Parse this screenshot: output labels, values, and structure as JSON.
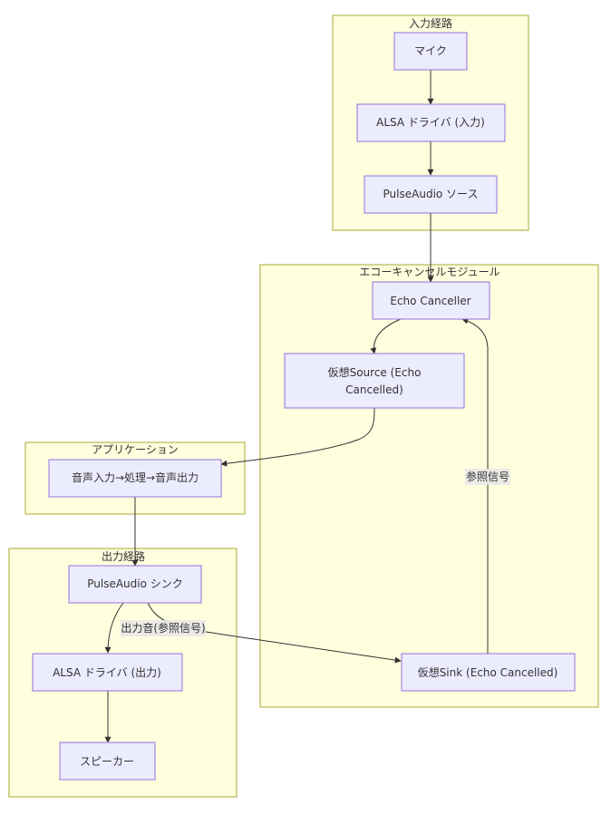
{
  "colors": {
    "cluster_fill": "#ffffde",
    "cluster_stroke": "#aaaa33",
    "node_fill": "#ECECFF",
    "node_stroke": "#9370DB",
    "edge": "#333333",
    "text": "#333333",
    "edge_label_bg": "#e8e8e8"
  },
  "clusters": {
    "input_path": "入力経路",
    "echo_module": "エコーキャンセルモジュール",
    "application": "アプリケーション",
    "output_path": "出力経路"
  },
  "nodes": {
    "mic": "マイク",
    "alsa_in": "ALSA ドライバ (入力)",
    "pa_source": "PulseAudio ソース",
    "echo_canceller": "Echo Canceller",
    "virtual_source_l1": "仮想Source (Echo",
    "virtual_source_l2": "Cancelled)",
    "app_process": "音声入力→処理→音声出力",
    "pa_sink": "PulseAudio シンク",
    "alsa_out": "ALSA ドライバ (出力)",
    "speaker": "スピーカー",
    "virtual_sink": "仮想Sink (Echo Cancelled)"
  },
  "edge_labels": {
    "reference_signal": "参照信号",
    "output_reference": "出力音(参照信号)"
  }
}
